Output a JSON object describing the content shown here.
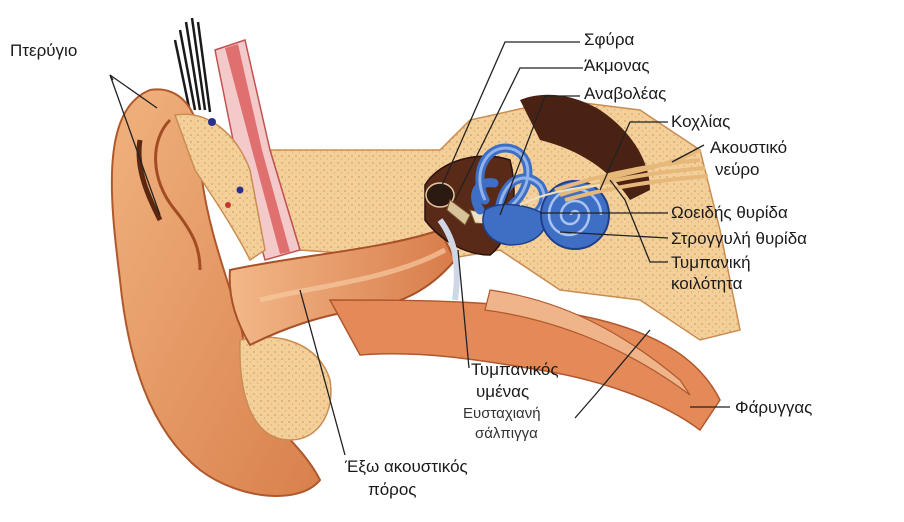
{
  "labels": {
    "pinna": "Πτερύγιο",
    "hammer": "Σφύρα",
    "anvil": "Άκμονας",
    "stirrup": "Αναβολέας",
    "cochlea": "Κοχλίας",
    "nerve_line1": "Ακουστικό",
    "nerve_line2": "νεύρο",
    "oval_window": "Ωοειδής θυρίδα",
    "round_window": "Στρογγυλή θυρίδα",
    "tympanic_cavity_line1": "Τυμπανική",
    "tympanic_cavity_line2": "κοιλότητα",
    "eardrum_line1": "Τυμπανικός",
    "eardrum_line2": "υμένας",
    "eustachian_line1": "Ευσταχιανή",
    "eustachian_line2": "σάλπιγγα",
    "pharynx": "Φάρυγγας",
    "ear_canal_line1": "Έξω ακουστικός",
    "ear_canal_line2": "πόρος"
  },
  "colors": {
    "skin": "#e9a070",
    "skin_dark": "#c96a3c",
    "cartilage": "#f2d7a4",
    "bone": "#f0c88a",
    "inner_ear": "#3f6fc4",
    "inner_ear_light": "#8fb3ea",
    "muscle": "#d9623e",
    "dark_tissue": "#3a1e14",
    "label_line": "#222222"
  }
}
